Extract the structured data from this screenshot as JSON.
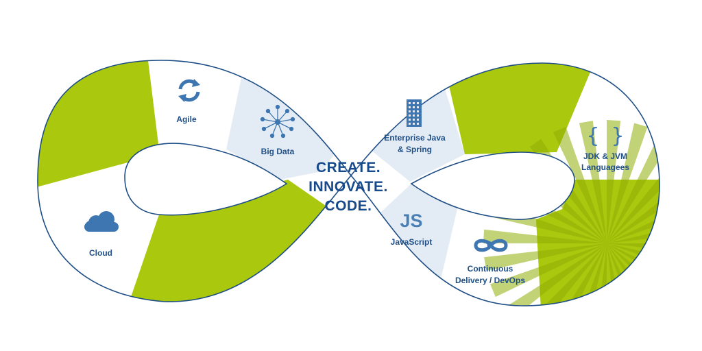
{
  "center": {
    "line1": "CREATE.",
    "line2": "INNOVATE.",
    "line3": "CODE."
  },
  "segments": [
    {
      "label": "Agile",
      "icon": "sync-arrows-icon"
    },
    {
      "label": "Big Data",
      "icon": "network-nodes-icon"
    },
    {
      "label": "Cloud",
      "icon": "cloud-icon"
    },
    {
      "label_line1": "Enterprise Java",
      "label_line2": "& Spring",
      "icon": "building-icon"
    },
    {
      "label_line1": "JDK & JVM",
      "label_line2": "Languagees",
      "icon_text": "{ }",
      "icon": "braces-icon"
    },
    {
      "label": "JavaScript",
      "icon_text": "JS",
      "icon": "js-icon"
    },
    {
      "label_line1": "Continuous",
      "label_line2": "Delivery / DevOps",
      "icon": "infinity-loop-icon"
    }
  ],
  "colors": {
    "green": "#aac80d",
    "blue": "#1f4f86",
    "light_blue": "#e3ebf4",
    "outline": "#1e4e85",
    "white": "#ffffff"
  }
}
